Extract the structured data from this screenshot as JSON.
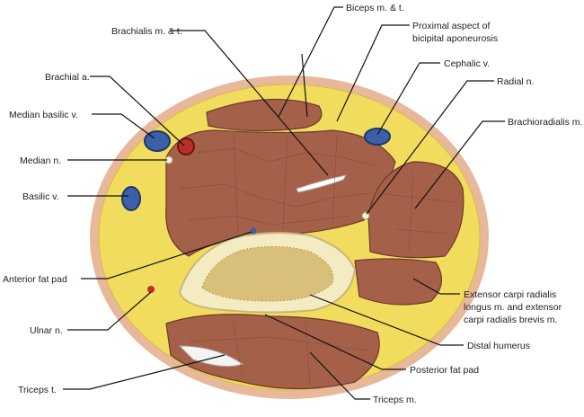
{
  "labels": {
    "brachialis": "Brachialis m. & t.",
    "biceps": "Biceps m. & t.",
    "aponeurosis_1": "Proximal aspect of",
    "aponeurosis_2": "bicipital aponeurosis",
    "cephalic": "Cephalic v.",
    "radial_n": "Radial n.",
    "brachioradialis": "Brachioradialis m.",
    "brachial_a": "Brachial a.",
    "median_basilic": "Median basilic v.",
    "median_n": "Median n.",
    "basilic": "Basilic v.",
    "anterior_fat": "Anterior fat pad",
    "ulnar_n": "Ulnar n.",
    "triceps_t": "Triceps t.",
    "ecr_1": "Extensor carpi radialis",
    "ecr_2": "longus m. and extensor",
    "ecr_3": "carpi radialis brevis m.",
    "distal_humerus": "Distal humerus",
    "posterior_fat": "Posterior fat pad",
    "triceps_m": "Triceps m."
  },
  "colors": {
    "skin": "#e8b89a",
    "fat": "#f2dc5e",
    "muscle": "#a5604a",
    "bone": "#f3ebc2",
    "vein": "#3d5fa8",
    "artery": "#b8302a"
  }
}
